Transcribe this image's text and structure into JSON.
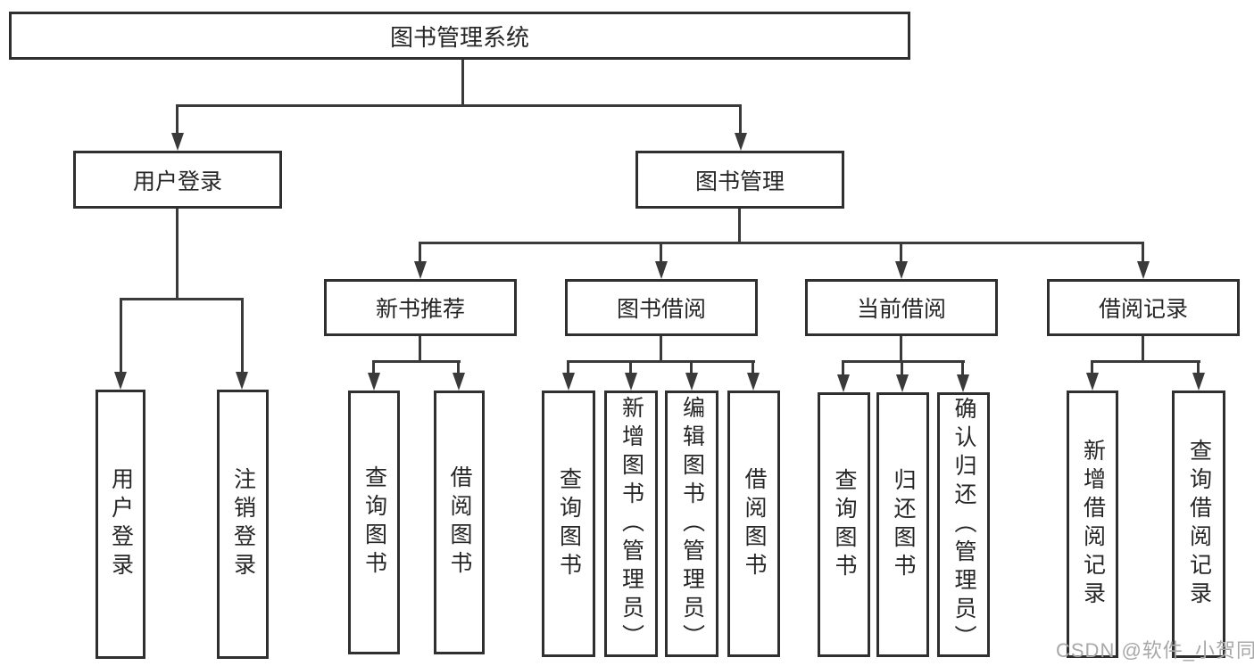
{
  "diagram": {
    "root": {
      "label": "图书管理系统"
    },
    "branches": {
      "user_login": {
        "label": "用户登录",
        "children": {
          "login": "用户登录",
          "logout": "注销登录"
        }
      },
      "book_mgmt": {
        "label": "图书管理",
        "sections": {
          "new_rec": {
            "label": "新书推荐",
            "children": {
              "query": "查询图书",
              "borrow": "借阅图书"
            }
          },
          "borrowing": {
            "label": "图书借阅",
            "children": {
              "query": "查询图书",
              "add": "新增图书（管理员）",
              "edit": "编辑图书（管理员）",
              "borrow": "借阅图书"
            }
          },
          "current": {
            "label": "当前借阅",
            "children": {
              "query": "查询图书",
              "return": "归还图书",
              "confirm": "确认归还（管理员）"
            }
          },
          "records": {
            "label": "借阅记录",
            "children": {
              "add": "新增借阅记录",
              "query": "查询借阅记录"
            }
          }
        }
      }
    }
  },
  "watermark": {
    "text": "CSDN @软件_小贺同学"
  },
  "colors": {
    "line": "#3a3a3a",
    "border": "#2f2f2f",
    "text": "#262626",
    "watermark": "#a8a8a8",
    "background": "#ffffff"
  }
}
